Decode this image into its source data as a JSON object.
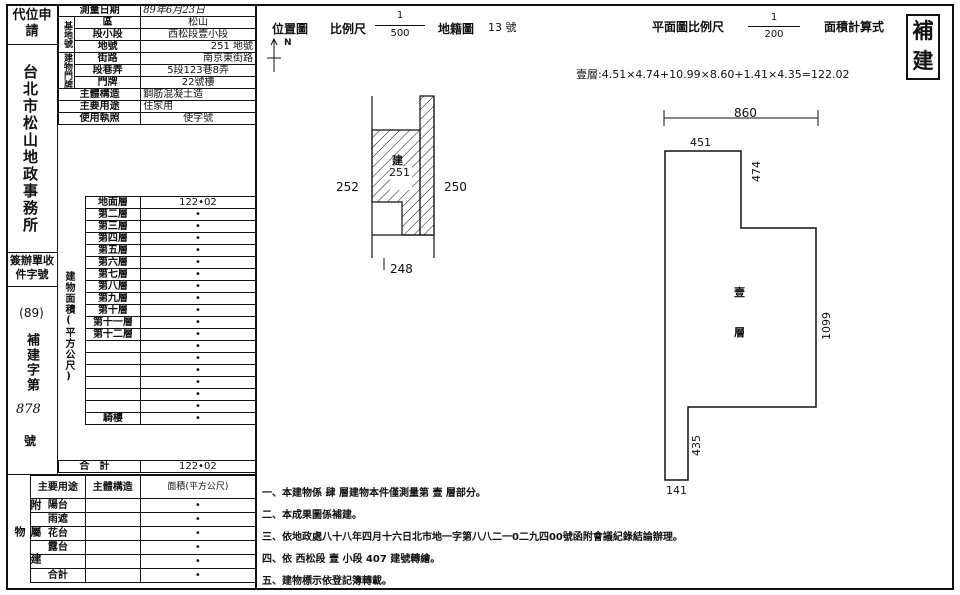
{
  "left": {
    "applicant": "代位申請",
    "office": "台北市松山地政事務所",
    "case_label": "簽辦單收件字號",
    "case_year": "(89)",
    "case_word": "補建字第",
    "case_no": "878",
    "case_suffix": "號"
  },
  "header": {
    "survey_date_label": "測量日期",
    "survey_date": "89年6月23日",
    "base_label": "基地號",
    "district_label": "區",
    "district": "松山",
    "section_label": "段小段",
    "section": "西松段壹小段",
    "lot_label": "地號",
    "lot": "251 地號",
    "door_label": "建物門牌",
    "street_label": "街路",
    "street": "南京東街路",
    "lane_label": "段巷弄",
    "lane": "5段123巷8弄",
    "number_label": "門牌",
    "number": "22號樓",
    "structure_label": "主體構造",
    "structure": "鋼筋混凝土造",
    "use_label": "主要用途",
    "use": "住家用",
    "license_label": "使用執照",
    "license": "使字號"
  },
  "floors": {
    "group_label": "建物面積(平方公尺)",
    "rows": [
      {
        "label": "地面層",
        "value": "122•02"
      },
      {
        "label": "第二層",
        "value": "•"
      },
      {
        "label": "第三層",
        "value": "•"
      },
      {
        "label": "第四層",
        "value": "•"
      },
      {
        "label": "第五層",
        "value": "•"
      },
      {
        "label": "第六層",
        "value": "•"
      },
      {
        "label": "第七層",
        "value": "•"
      },
      {
        "label": "第八層",
        "value": "•"
      },
      {
        "label": "第九層",
        "value": "•"
      },
      {
        "label": "第十層",
        "value": "•"
      },
      {
        "label": "第十一層",
        "value": "•"
      },
      {
        "label": "第十二層",
        "value": "•"
      },
      {
        "label": "",
        "value": "•"
      },
      {
        "label": "",
        "value": "•"
      },
      {
        "label": "",
        "value": "•"
      },
      {
        "label": "",
        "value": "•"
      },
      {
        "label": "",
        "value": "•"
      },
      {
        "label": "",
        "value": "•"
      },
      {
        "label": "騎樓",
        "value": "•"
      }
    ],
    "total_label": "合計",
    "total": "122•02"
  },
  "annex": {
    "group_label": "附屬建物",
    "use_header": "主要用途",
    "structure_header": "主體構造",
    "area_header": "面積(平方公尺)",
    "rows": [
      {
        "label": "陽台",
        "value": "•"
      },
      {
        "label": "雨遮",
        "value": "•"
      },
      {
        "label": "花台",
        "value": "•"
      },
      {
        "label": "露台",
        "value": "•"
      },
      {
        "label": "",
        "value": "•"
      },
      {
        "label": "合計",
        "value": "•"
      }
    ]
  },
  "location_map": {
    "title": "位置圖",
    "scale_label": "比例尺",
    "scale_num": "1",
    "scale_den": "500",
    "cadastral_label": "地籍圖",
    "cadastral_no": "13 號",
    "north": "N",
    "lot_word": "建",
    "lot_no": "251",
    "left_lot": "252",
    "right_lot": "250",
    "bottom_lot": "248"
  },
  "floor_plan": {
    "title": "平面圖比例尺",
    "scale_num": "1",
    "scale_den": "200",
    "calc_label": "面積計算式",
    "formula": "壹層:4.51×4.74+10.99×8.60+1.41×4.35=122.02",
    "dims": {
      "top_total": "860",
      "top_left": "451",
      "notch_h": "474",
      "right_h": "1099",
      "bottom_w": "141",
      "bottom_h": "435"
    },
    "floor_word_1": "壹",
    "floor_word_2": "層"
  },
  "stamp": "補建",
  "notes": [
    "一、本建物係 肆 層建物本件僅測量第 壹 層部分。",
    "二、本成果圖係補建。",
    "三、依地政處八十八年四月十六日北市地一字第八八二一0二九四00號函附會議紀錄結論辦理。",
    "四、依 西松段 壹 小段 407 建號轉繪。",
    "五、建物標示依登記簿轉載。"
  ]
}
